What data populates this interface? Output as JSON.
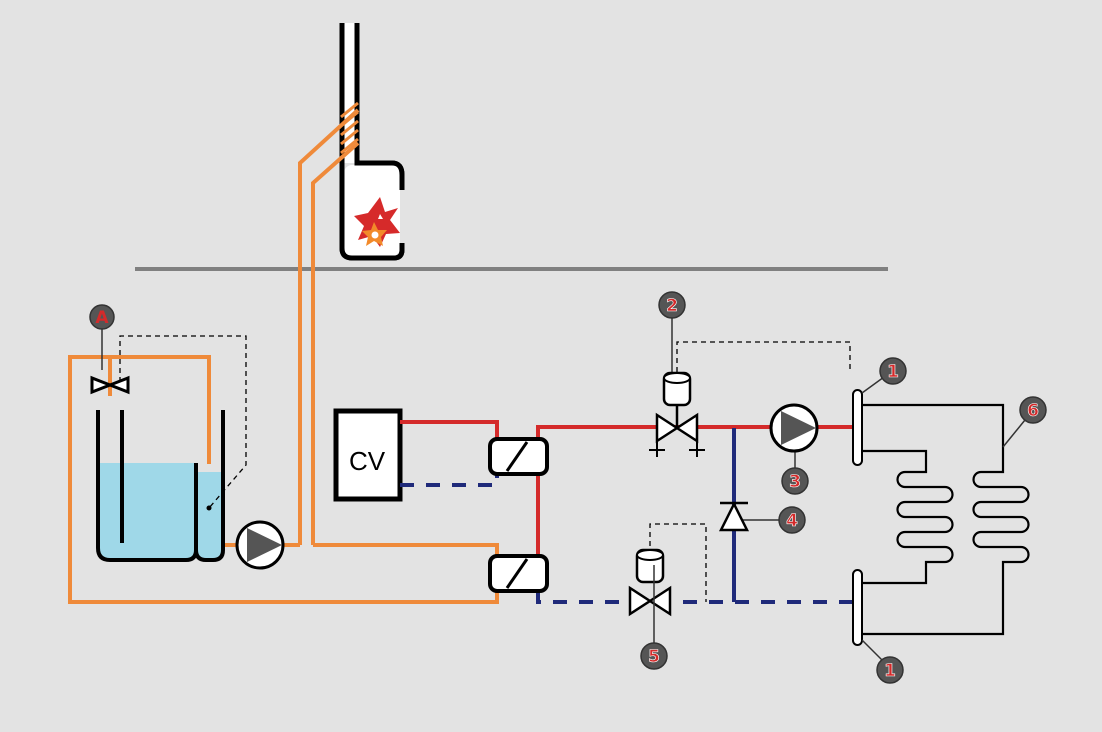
{
  "colors": {
    "background": "#e3e3e3",
    "hot_supply": "#d42a2a",
    "cold_return": "#1f2a7a",
    "solar_loop": "#ef8a3a",
    "water": "#9fd8e8",
    "floor_line": "#808080",
    "label_fill": "#555555",
    "label_text": "#d42a2a"
  },
  "boiler": {
    "label": "CV"
  },
  "markers": {
    "tank_valve": "A",
    "manifold_top": "1",
    "mixing_valve": "2",
    "circulation_pump": "3",
    "check_valve": "4",
    "return_valve": "5",
    "floor_heating_coil": "6",
    "manifold_bottom": "1"
  },
  "icons": {
    "flame": "flame-icon",
    "pump": "pump-icon",
    "valve": "valve-icon",
    "heat_exchanger": "heat-exchanger-icon",
    "check_valve": "check-valve-icon"
  }
}
